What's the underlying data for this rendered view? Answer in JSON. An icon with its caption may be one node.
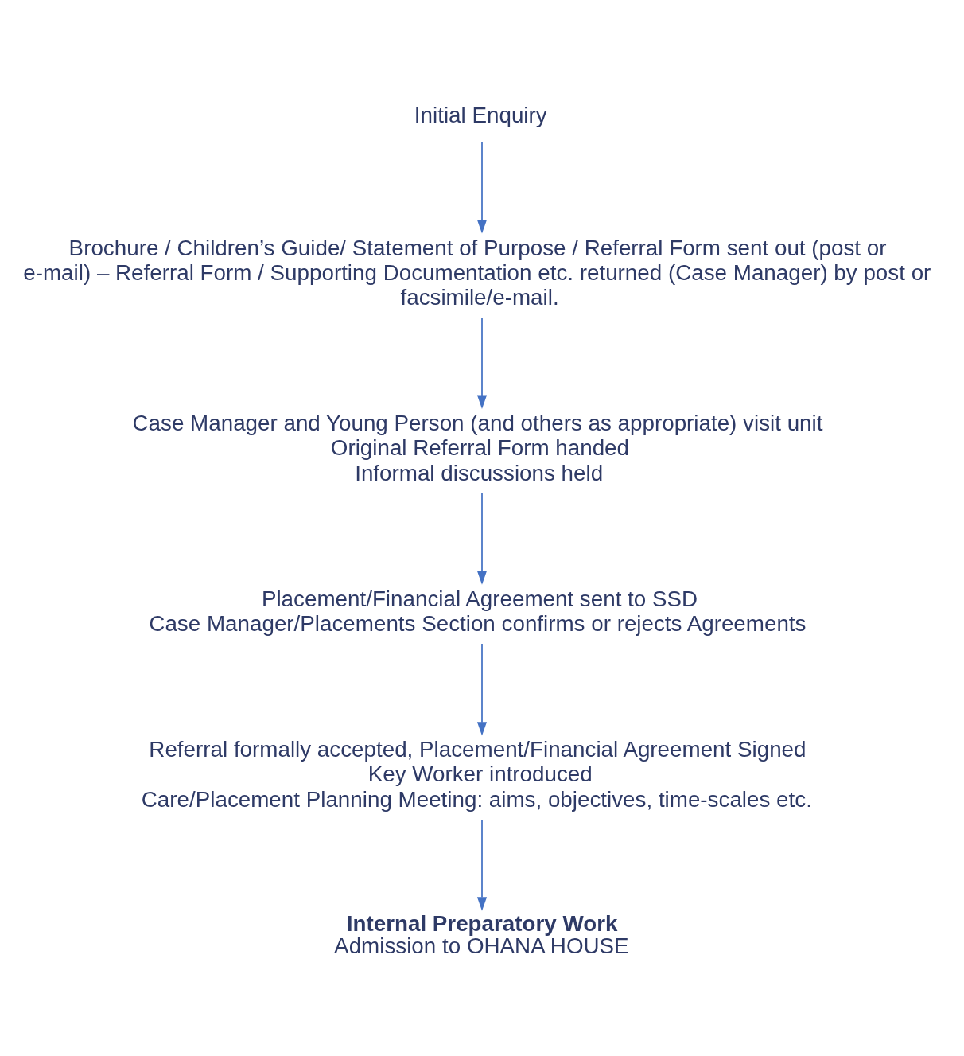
{
  "diagram": {
    "nodes": [
      {
        "text": [
          "Initial Enquiry"
        ]
      },
      {
        "text": [
          "Brochure / Children’s Guide/ Statement of Purpose / Referral Form sent out (post or e-mail) – Referral Form / Supporting Documentation etc. returned (Case Manager) by post or facsimile/e-mail."
        ]
      },
      {
        "text": [
          "Case Manager and Young Person (and others as appropriate) visit unit",
          "Original Referral Form handed",
          "Informal discussions held"
        ]
      },
      {
        "text": [
          "Placement/Financial Agreement sent to SSD",
          "Case Manager/Placements Section confirms or rejects Agreements"
        ]
      },
      {
        "text": [
          "Referral formally accepted, Placement/Financial Agreement Signed",
          "Key Worker introduced",
          "Care/Placement Planning Meeting: aims, objectives, time-scales etc."
        ]
      },
      {
        "text": [
          "Internal Preparatory Work",
          "Admission to OHANA HOUSE"
        ]
      }
    ],
    "edges": [
      {
        "from": 0,
        "to": 1,
        "arrow": "to"
      },
      {
        "from": 1,
        "to": 2,
        "arrow": "to"
      },
      {
        "from": 2,
        "to": 3,
        "arrow": "to"
      },
      {
        "from": 3,
        "to": 4,
        "arrow": "to"
      },
      {
        "from": 4,
        "to": 5,
        "arrow": "to"
      }
    ]
  }
}
